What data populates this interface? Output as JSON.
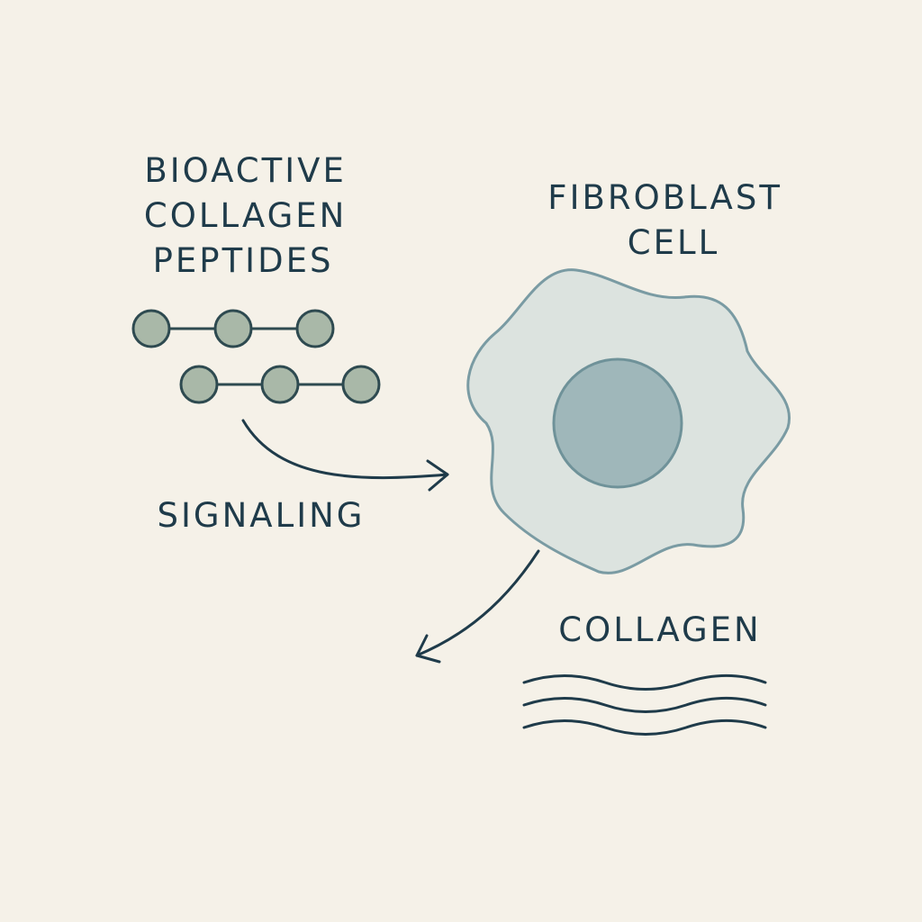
{
  "labels": {
    "peptides": [
      "BIOACTIVE",
      "COLLAGEN",
      "PEPTIDES"
    ],
    "fibroblast": [
      "FIBROBLAST",
      "CELL"
    ],
    "signaling": "SIGNALING",
    "collagen": "COLLAGEN"
  },
  "colors": {
    "background": "#f5f1e8",
    "ink": "#1f3b4a",
    "bead_fill": "#a9b8a8",
    "bead_stroke": "#2e4a50",
    "cell_fill": "#dce3df",
    "cell_stroke": "#7a9ba3",
    "nucleus_fill": "#9fb7ba",
    "nucleus_stroke": "#6f9299"
  }
}
